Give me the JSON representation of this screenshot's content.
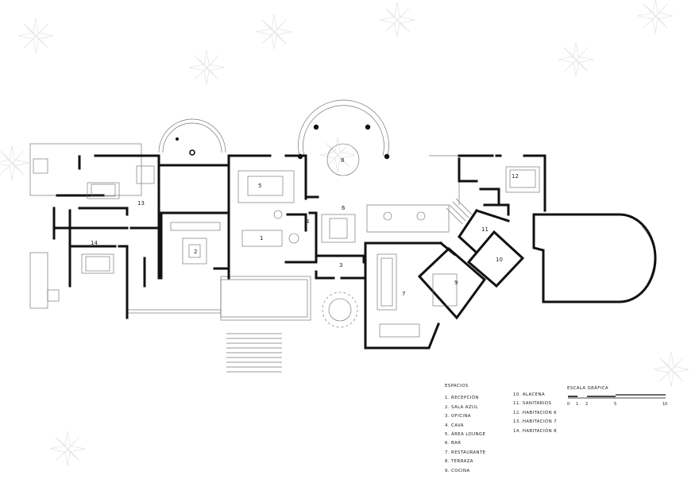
{
  "legend": {
    "title": "ESPACIOS",
    "col1": [
      "1. RECEPCIÓN",
      "2. SALA AZUL",
      "3. OFICINA",
      "4. CAVA",
      "5. ÁREA LOUNGE",
      "6. BAR",
      "7. RESTAURANTE",
      "8. TERRAZA",
      "9. COCINA"
    ],
    "col2": [
      "10. ALACENA",
      "11. SANITARIOS",
      "12. HABITACIÓN 6",
      "13. HABITACIÓN 7",
      "14. HABITACIÓN 8"
    ]
  },
  "scale": {
    "title": "ESCALA GRÁFICA",
    "ticks": [
      "0",
      "1",
      "2",
      "5",
      "10"
    ]
  },
  "rooms": [
    "1",
    "2",
    "3",
    "4",
    "5",
    "6",
    "7",
    "8",
    "9",
    "10",
    "11",
    "12",
    "13",
    "14"
  ]
}
